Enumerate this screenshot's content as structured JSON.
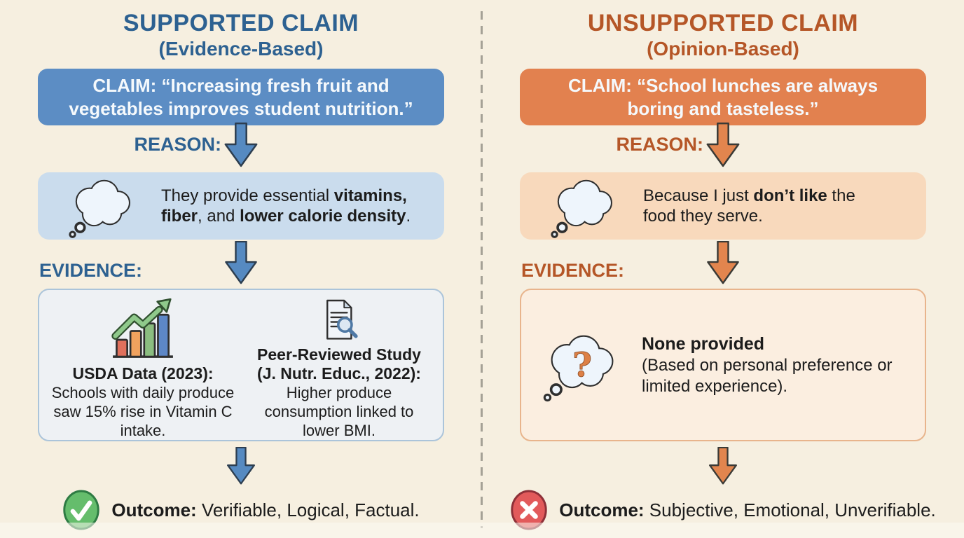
{
  "canvas": {
    "background": "#f6efe0",
    "divider_color": "#a5a196"
  },
  "icons": {
    "cloud_fill": "#eef5fc",
    "question_color": "#dd8046",
    "bar_chart_bars": [
      "#e0705c",
      "#f0a25e",
      "#8bbd80",
      "#5d87c6"
    ],
    "bar_chart_trend": "#8fc98b",
    "magnifier_color": "#4f79a5"
  },
  "left": {
    "accent": "#2d6191",
    "title": "SUPPORTED CLAIM",
    "subtitle": "(Evidence-Based)",
    "claim": {
      "bg": "#5c8dc4",
      "text": "CLAIM: “Increasing fresh fruit and vegetables improves student nutrition.”"
    },
    "reason_label": "REASON:",
    "arrow": {
      "fill": "#568ac1",
      "stroke": "#2d3e50"
    },
    "reason": {
      "bg": "#cadced",
      "segments": [
        {
          "t": "They provide essential "
        },
        {
          "t": "vitamins, fiber",
          "b": true
        },
        {
          "t": ", and "
        },
        {
          "t": "lower calorie density",
          "b": true
        },
        {
          "t": "."
        }
      ]
    },
    "evidence_label": "EVIDENCE:",
    "evidence": {
      "bg": "#eef1f4",
      "border": "#abc4da",
      "items": [
        {
          "icon": "bar-chart-trend-icon",
          "heading": "USDA Data (2023):",
          "body": "Schools with daily produce saw 15% rise in Vitamin C intake."
        },
        {
          "icon": "document-magnifier-icon",
          "heading": "Peer-Reviewed Study (J. Nutr. Educ., 2022):",
          "body": "Higher produce consumption linked to lower BMI."
        }
      ]
    },
    "outcome": {
      "icon": "check-circle-icon",
      "icon_fill": "#65bd6c",
      "icon_stroke": "#2e7b43",
      "prefix": "Outcome:",
      "text": " Verifiable, Logical, Factual."
    }
  },
  "right": {
    "accent": "#b55627",
    "title": "UNSUPPORTED CLAIM",
    "subtitle": "(Opinion-Based)",
    "claim": {
      "bg": "#e2814f",
      "text": "CLAIM: “School lunches are always boring and tasteless.”"
    },
    "reason_label": "REASON:",
    "arrow": {
      "fill": "#e2854e",
      "stroke": "#3a3a36"
    },
    "reason": {
      "bg": "#f8d9bc",
      "segments": [
        {
          "t": "Because I just "
        },
        {
          "t": "don’t like",
          "b": true
        },
        {
          "t": " the food they serve."
        }
      ]
    },
    "evidence_label": "EVIDENCE:",
    "evidence": {
      "bg": "#fbeee0",
      "border": "#e8b48c",
      "question_mark": "?",
      "heading": "None provided",
      "body": "(Based on personal preference or limited experience)."
    },
    "outcome": {
      "icon": "x-circle-icon",
      "icon_fill": "#e25a5b",
      "icon_stroke": "#8e3038",
      "prefix": "Outcome:",
      "text": " Subjective, Emotional, Unverifiable."
    }
  }
}
